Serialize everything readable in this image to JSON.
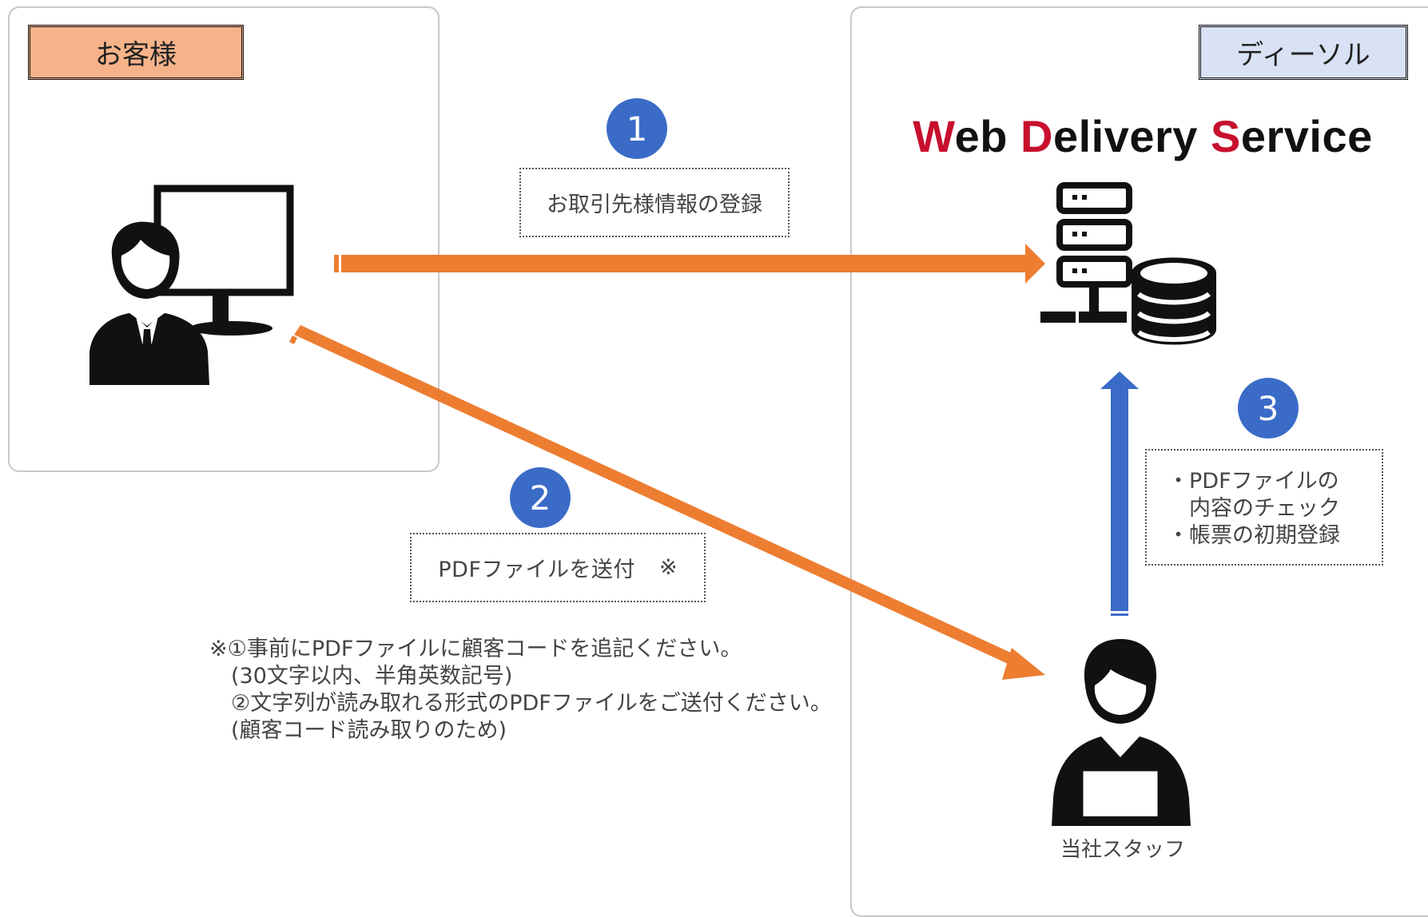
{
  "customer": {
    "label": "お客様"
  },
  "company": {
    "label": "ディーソル"
  },
  "service": {
    "title_w": "W",
    "title_eb": "eb ",
    "title_d": "D",
    "title_elivery": "elivery ",
    "title_s": "S",
    "title_ervice": "ervice"
  },
  "steps": [
    {
      "number": "1",
      "text": "お取引先様情報の登録"
    },
    {
      "number": "2",
      "text": "PDFファイルを送付",
      "mark": "※"
    },
    {
      "number": "3",
      "lines": [
        "・PDFファイルの",
        "　内容のチェック",
        "・帳票の初期登録"
      ]
    }
  ],
  "footnote": {
    "lines": [
      "※①事前にPDFファイルに顧客コードを追記ください。",
      "　(30文字以内、半角英数記号)",
      "　②文字列が読み取れる形式のPDFファイルをご送付ください。",
      "　(顧客コード読み取りのため)"
    ]
  },
  "staff": {
    "label": "当社スタッフ"
  },
  "colors": {
    "arrow_orange": "#ed7d31",
    "arrow_blue": "#3a6bc7",
    "step_circle": "#3a6bc7",
    "title_accent": "#c8102e"
  },
  "icons": {
    "customer": "person-at-computer-icon",
    "server": "server-database-icon",
    "staff": "staff-with-laptop-icon"
  }
}
